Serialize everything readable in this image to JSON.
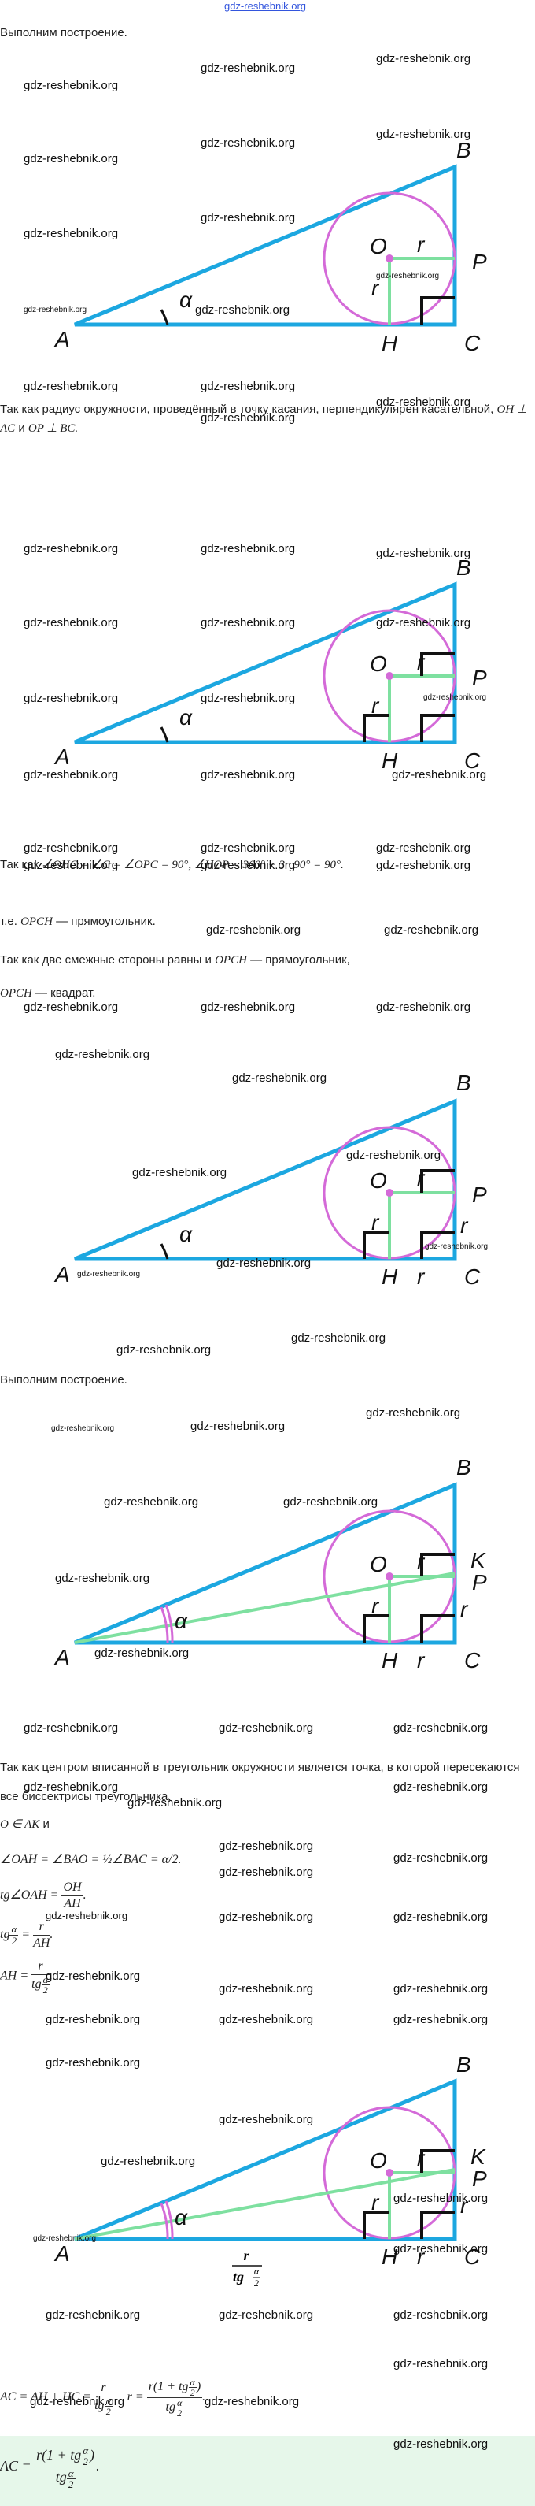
{
  "site_link": "gdz-reshebnik.org",
  "watermark": "gdz-reshebnik.org",
  "colors": {
    "triangle": "#1ca7e0",
    "circle": "#d46ad8",
    "segments": "#7ee0a0",
    "angle": "#d46ad8",
    "answer_bg": "#e6f7ea",
    "link": "#3355dd"
  },
  "labels": {
    "A": "A",
    "B": "B",
    "C": "C",
    "H": "H",
    "P": "P",
    "O": "O",
    "K": "K",
    "r": "r",
    "alpha": "α"
  },
  "text": {
    "p1": "Выполним построение.",
    "p2_a": "Так как радиус окружности, проведённый в точку касания, перпендикулярен касательной,",
    "p2_m1": "OH ⊥ AC",
    "p2_and": "и",
    "p2_m2": "OP ⊥ BC.",
    "p3_a": "Так как",
    "p3_m": "∠OHC = ∠C = ∠OPC = 90°, ∠HOP = 360° − 3 · 90° = 90°.",
    "p4_a": "т.е.",
    "p4_m": "OPCH",
    "p4_b": "— прямоугольник.",
    "p5_a": "Так как две смежные стороны равны и",
    "p5_m": "OPCH",
    "p5_b": "— прямоугольник,",
    "p6_m": "OPCH",
    "p6_b": "— квадрат.",
    "p7": "Выполним построение.",
    "p8": "Так как центром вписанной в треугольник окружности является точка, в которой пересекаются все биссектрисы треугольника,",
    "p9_m": "O ∈ AK",
    "p9_b": "и",
    "eq1": "∠OAH = ∠BAO = ½∠BAC = α/2.",
    "eq2_a": "tg∠OAH =",
    "eq2_num": "OH",
    "eq2_den": "AH",
    "eq3_a": "tg",
    "eq3_num": "r",
    "eq3_den": "AH",
    "eq4_a": "AH =",
    "eq4_num": "r",
    "eq4_den": "tg",
    "alpha2_num": "α",
    "alpha2_den": "2",
    "fig6_label_num": "r",
    "fig6_label_den": "tg",
    "eq5_a": "AC = AH + HC =",
    "eq5_plus": "+ r =",
    "eq5_num": "r(1 + tg",
    "eq5_num_end": ")",
    "ans_a": "AC =",
    "ans_num": "r(1 + tg",
    "ans_num_end": ")",
    "ans_den": "tg",
    "point": "."
  }
}
